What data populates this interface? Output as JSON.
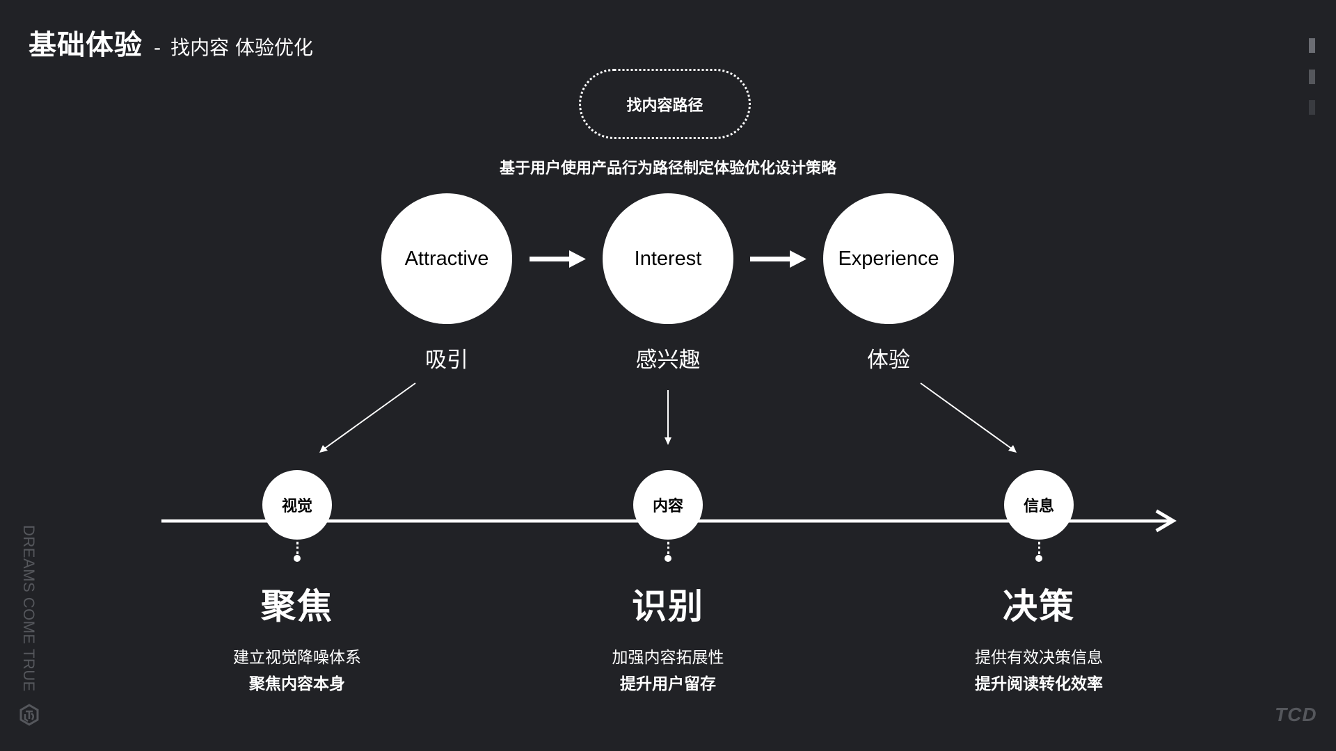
{
  "header": {
    "title": "基础体验",
    "separator": "-",
    "subtitle": "找内容 体验优化"
  },
  "pager": {
    "pages": [
      {
        "label": "page-1",
        "active": true,
        "color": "#6b6d73"
      },
      {
        "label": "page-2",
        "active": false,
        "color": "#55575c"
      },
      {
        "label": "page-3",
        "active": false,
        "color": "#393b40"
      }
    ]
  },
  "diagram": {
    "path_badge": "找内容路径",
    "strategy_text": "基于用户使用产品行为路径制定体验优化设计策略",
    "stages": [
      {
        "en": "Attractive",
        "cn": "吸引"
      },
      {
        "en": "Interest",
        "cn": "感兴趣"
      },
      {
        "en": "Experience",
        "cn": "体验"
      }
    ],
    "stage_arrow_icon": "right-arrow-icon",
    "timeline_icon": "timeline-arrow-icon",
    "nodes": [
      {
        "label": "视觉",
        "heading": "聚焦",
        "desc": "建立视觉降噪体系",
        "highlight": "聚焦内容本身"
      },
      {
        "label": "内容",
        "heading": "识别",
        "desc": "加强内容拓展性",
        "highlight": "提升用户留存"
      },
      {
        "label": "信息",
        "heading": "决策",
        "desc": "提供有效决策信息",
        "highlight": "提升阅读转化效率"
      }
    ]
  },
  "branding": {
    "slogan": "DREAMS COME TRUE",
    "logo_icon": "tcd-hexagon-logo-icon",
    "mark": "TCD"
  },
  "colors": {
    "background": "#212226",
    "foreground": "#ffffff",
    "muted": "#55575c"
  }
}
